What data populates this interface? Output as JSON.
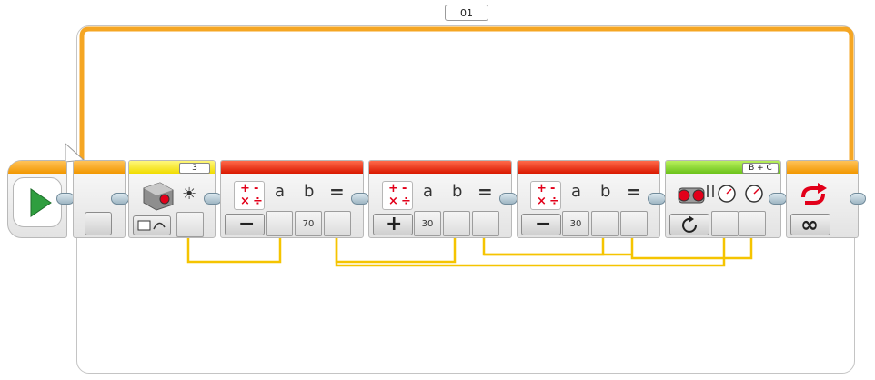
{
  "loop": {
    "name": "01",
    "mode_symbol": "∞",
    "accent_color": "#f29700",
    "frame_color": "#c4c4c4"
  },
  "blocks": {
    "start": {
      "icon": "play-icon",
      "color": "#2f9e3f"
    },
    "loop_start": {
      "color": "#f29700"
    },
    "color_sensor": {
      "port": "3",
      "mode_icon": "light-icon",
      "measure_icon": "sensor-mode-icon"
    },
    "math1": {
      "operator": "−",
      "a_label": "a",
      "b_label": "b",
      "eq_label": "=",
      "b_value": "70",
      "icon": "math-icon"
    },
    "math2": {
      "operator": "+",
      "a_label": "a",
      "b_label": "b",
      "eq_label": "=",
      "b_value": "30",
      "icon": "math-icon"
    },
    "math3": {
      "operator": "−",
      "a_label": "a",
      "b_label": "b",
      "eq_label": "=",
      "b_value": "30",
      "icon": "math-icon"
    },
    "move_tank": {
      "ports": "B + C",
      "icon": "tank-motor-icon",
      "mode_icon": "on-icon"
    },
    "loop_end": {
      "icon": "loop-back-icon",
      "mode": "∞"
    }
  },
  "colors": {
    "orange": "#f29700",
    "yellow": "#f1dc00",
    "red": "#d91800",
    "green": "#6bc21b",
    "wire": "#f5c200"
  }
}
